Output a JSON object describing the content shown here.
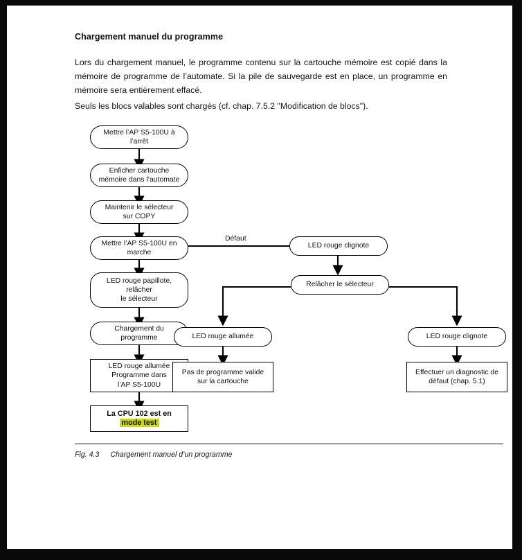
{
  "document": {
    "heading": "Chargement manuel du programme",
    "paragraph_1": "Lors du chargement manuel, le programme contenu sur la cartouche mémoire est copié dans la mémoire de programme de l’automate. Si la pile de sauvegarde est en place, un programme en mémoire sera entièrement effacé.",
    "paragraph_2": "Seuls les blocs valables sont chargés (cf. chap. 7.5.2 \"Modification de blocs\").",
    "caption": {
      "figure_number": "Fig. 4.3",
      "figure_title": "Chargement manuel d’un programme"
    }
  },
  "colors": {
    "ink": "#111111",
    "page": "#ffffff",
    "frame": "#000000",
    "highlight": "#c9dc08"
  },
  "chart_data": {
    "type": "diagram",
    "title": "Chargement manuel d’un programme",
    "nodes": [
      {
        "id": "n1",
        "shape": "rounded",
        "text": "Mettre l’AP S5-100U à\nl’arrêt",
        "lines": [
          "Mettre l’AP S5-100U à",
          "l’arrêt"
        ]
      },
      {
        "id": "n2",
        "shape": "rounded",
        "text": "Enficher cartouche\nmémoire dans l’automate",
        "lines": [
          "Enficher cartouche",
          "mémoire dans l’automate"
        ]
      },
      {
        "id": "n3",
        "shape": "rounded",
        "text": "Maintenir le sélecteur\nsur COPY",
        "lines": [
          "Maintenir le sélecteur",
          "sur COPY"
        ]
      },
      {
        "id": "n4",
        "shape": "rounded",
        "text": "Mettre l’AP S5-100U en\nmarche",
        "lines": [
          "Mettre l’AP S5-100U en",
          "marche"
        ]
      },
      {
        "id": "n5",
        "shape": "rounded",
        "text": "LED rouge papillote,\nrelâcher\nle sélecteur",
        "lines": [
          "LED rouge papillote,",
          "relâcher",
          "le sélecteur"
        ]
      },
      {
        "id": "n6",
        "shape": "rounded",
        "text": "Chargement du\nprogramme",
        "lines": [
          "Chargement du",
          "programme"
        ]
      },
      {
        "id": "n7",
        "shape": "rect",
        "text": "LED rouge allumée\nProgramme dans\nl’AP S5-100U",
        "lines": [
          "LED rouge allumée",
          "Programme dans",
          "l’AP S5-100U"
        ]
      },
      {
        "id": "n8",
        "shape": "rect",
        "text": "La CPU 102 est en mode test",
        "bold": true,
        "lines": [
          "La CPU 102 est en",
          "mode test"
        ],
        "highlighted_line": "mode test"
      },
      {
        "id": "n9",
        "shape": "rounded",
        "text": "LED rouge clignote",
        "lines": [
          "LED rouge clignote"
        ]
      },
      {
        "id": "n10",
        "shape": "rounded",
        "text": "Relâcher le sélecteur",
        "lines": [
          "Relâcher le sélecteur"
        ]
      },
      {
        "id": "n11",
        "shape": "rounded",
        "text": "LED rouge allumée",
        "lines": [
          "LED rouge allumée"
        ]
      },
      {
        "id": "n12",
        "shape": "rounded",
        "text": "LED rouge clignote",
        "lines": [
          "LED rouge clignote"
        ]
      },
      {
        "id": "n13",
        "shape": "rect",
        "text": "Pas de programme valide\nsur la cartouche",
        "lines": [
          "Pas de programme valide",
          "sur la cartouche"
        ]
      },
      {
        "id": "n14",
        "shape": "rect",
        "text": "Effectuer un diagnostic de\ndéfaut (chap. 5.1)",
        "lines": [
          "Effectuer un diagnostic de",
          "défaut (chap. 5.1)"
        ]
      }
    ],
    "edges": [
      {
        "from": "n1",
        "to": "n2",
        "label": ""
      },
      {
        "from": "n2",
        "to": "n3",
        "label": ""
      },
      {
        "from": "n3",
        "to": "n4",
        "label": ""
      },
      {
        "from": "n4",
        "to": "n5",
        "label": ""
      },
      {
        "from": "n4",
        "to": "n9",
        "label": "Défaut"
      },
      {
        "from": "n5",
        "to": "n6",
        "label": ""
      },
      {
        "from": "n6",
        "to": "n7",
        "label": ""
      },
      {
        "from": "n7",
        "to": "n8",
        "label": ""
      },
      {
        "from": "n9",
        "to": "n10",
        "label": ""
      },
      {
        "from": "n10",
        "to": "n11",
        "label": ""
      },
      {
        "from": "n10",
        "to": "n12",
        "label": ""
      },
      {
        "from": "n11",
        "to": "n13",
        "label": ""
      },
      {
        "from": "n12",
        "to": "n14",
        "label": ""
      }
    ],
    "edge_labels": [
      "Défaut"
    ]
  }
}
